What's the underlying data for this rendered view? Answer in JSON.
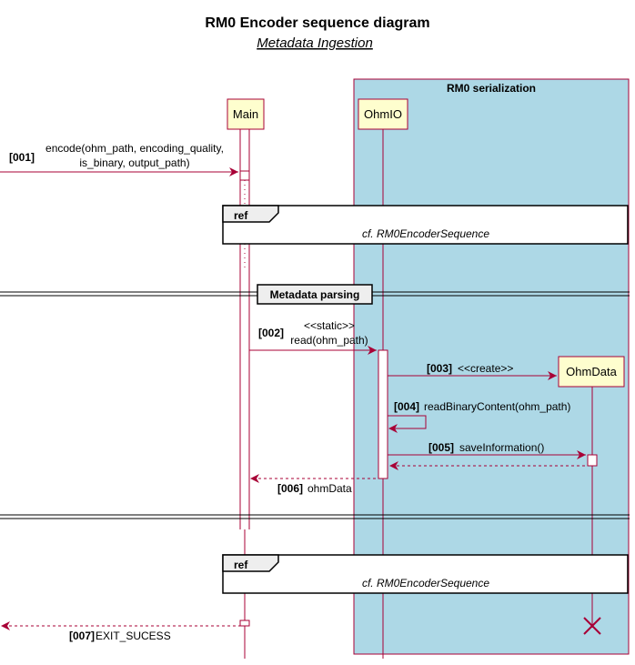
{
  "title": "RM0 Encoder sequence diagram",
  "subtitle": "Metadata Ingestion",
  "box_label": "RM0 serialization",
  "participants": {
    "main": "Main",
    "ohmio": "OhmIO",
    "ohmdata": "OhmData"
  },
  "messages": [
    {
      "num": "[001]",
      "lines": [
        "encode(ohm_path, encoding_quality,",
        "is_binary, output_path)"
      ]
    },
    {
      "num": "[002]",
      "lines": [
        "<<static>>",
        "read(ohm_path)"
      ]
    },
    {
      "num": "[003]",
      "lines": [
        "<<create>>"
      ]
    },
    {
      "num": "[004]",
      "lines": [
        "readBinaryContent(ohm_path)"
      ]
    },
    {
      "num": "[005]",
      "lines": [
        "saveInformation()"
      ]
    },
    {
      "num": "[006]",
      "lines": [
        "ohmData"
      ]
    },
    {
      "num": "[007]",
      "lines": [
        "EXIT_SUCESS"
      ]
    }
  ],
  "refs": [
    {
      "tag": "ref",
      "text": "cf. RM0EncoderSequence"
    },
    {
      "tag": "ref",
      "text": "cf. RM0EncoderSequence"
    }
  ],
  "divider": "Metadata parsing",
  "colors": {
    "box_fill": "#ADD8E6",
    "participant_fill": "#FEFECE",
    "participant_border": "#A80036",
    "arrow": "#A80036",
    "lifeline": "#A80036"
  }
}
